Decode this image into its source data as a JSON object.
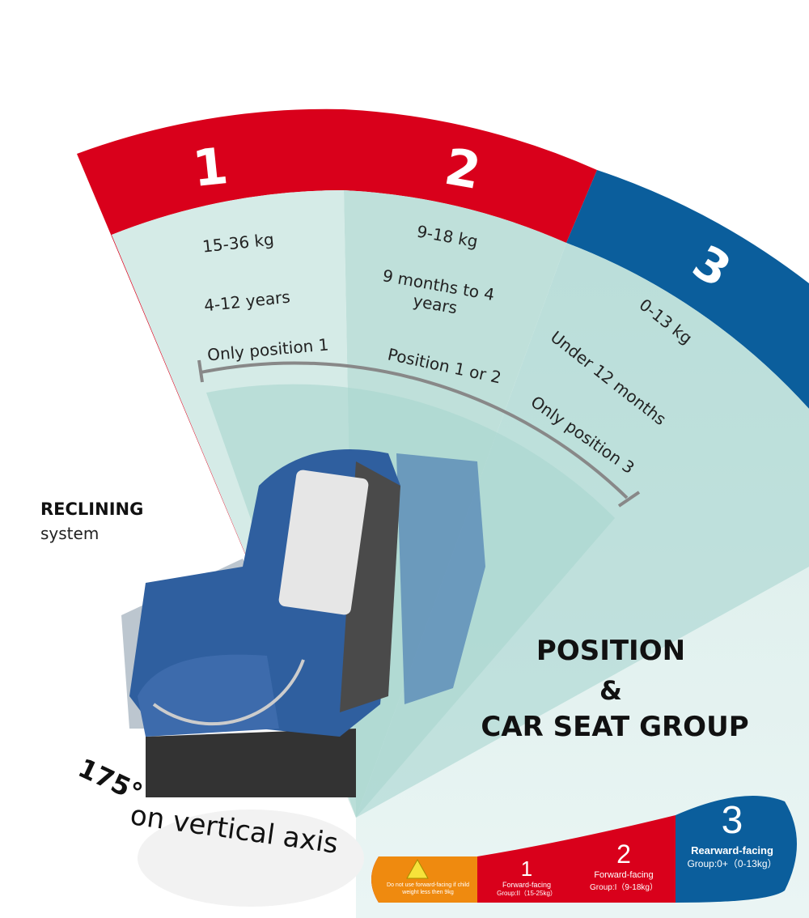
{
  "fan": {
    "groups": [
      {
        "number": "1",
        "weight": "15-36 kg",
        "age": "4-12 years",
        "color": "#d9001b"
      },
      {
        "number": "2",
        "weight": "9-18 kg",
        "age": "9 months to 4 years",
        "color": "#d9001b"
      },
      {
        "number": "3",
        "weight": "0-13 kg",
        "age": "Under 12 months",
        "color": "#0b5e9c"
      }
    ],
    "positions": [
      "Only position 1",
      "Position 1 or 2",
      "Only position 3"
    ]
  },
  "reclining": {
    "title": "RECLINING",
    "subtitle": "system"
  },
  "rotation": {
    "degrees": "175°",
    "text": "on vertical axis"
  },
  "heading": {
    "line1": "POSITION",
    "line2": "&",
    "line3": "CAR SEAT GROUP"
  },
  "legend": {
    "warning": "Do not use forward-facing if child weight less then 9kg",
    "items": [
      {
        "number": "1",
        "label": "Forward-facing",
        "group": "Group:II（15-25kg）"
      },
      {
        "number": "2",
        "label": "Forward-facing",
        "group": "Group:I（9-18kg）"
      },
      {
        "number": "3",
        "label": "Rearward-facing",
        "group": "Group:0+（0-13kg）"
      }
    ]
  }
}
